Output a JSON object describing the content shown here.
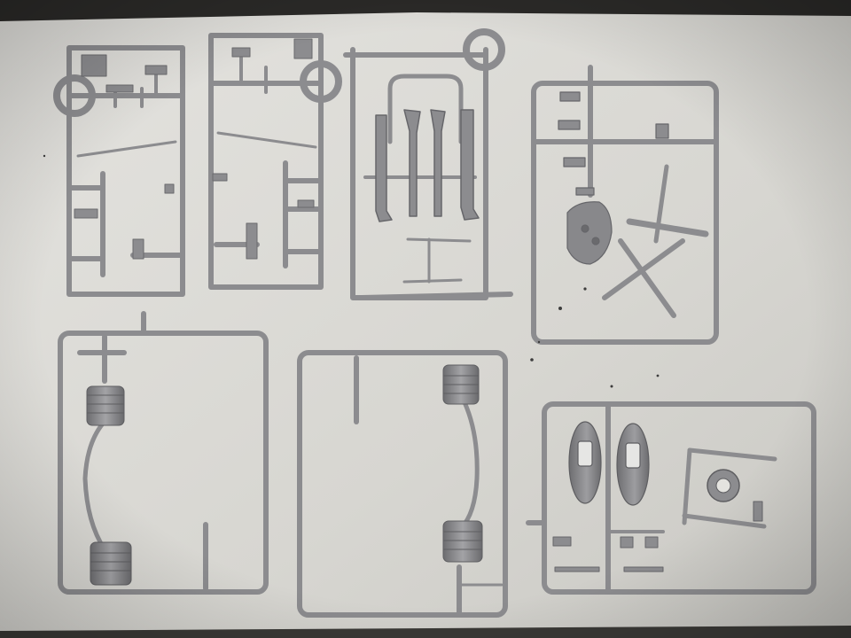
{
  "scene": {
    "subject": "plastic-model-kit-sprues",
    "background_color": "#d9d8d3",
    "plastic_color": "#8e8e90",
    "plastic_shadow_color": "#5f5f62",
    "sprue_count": 7,
    "large_parts": [
      "exhaust-pipes",
      "wing-tanks",
      "tyre-wheels",
      "gun-ring-part",
      "engine-deck-part",
      "cross-brace-part"
    ]
  }
}
